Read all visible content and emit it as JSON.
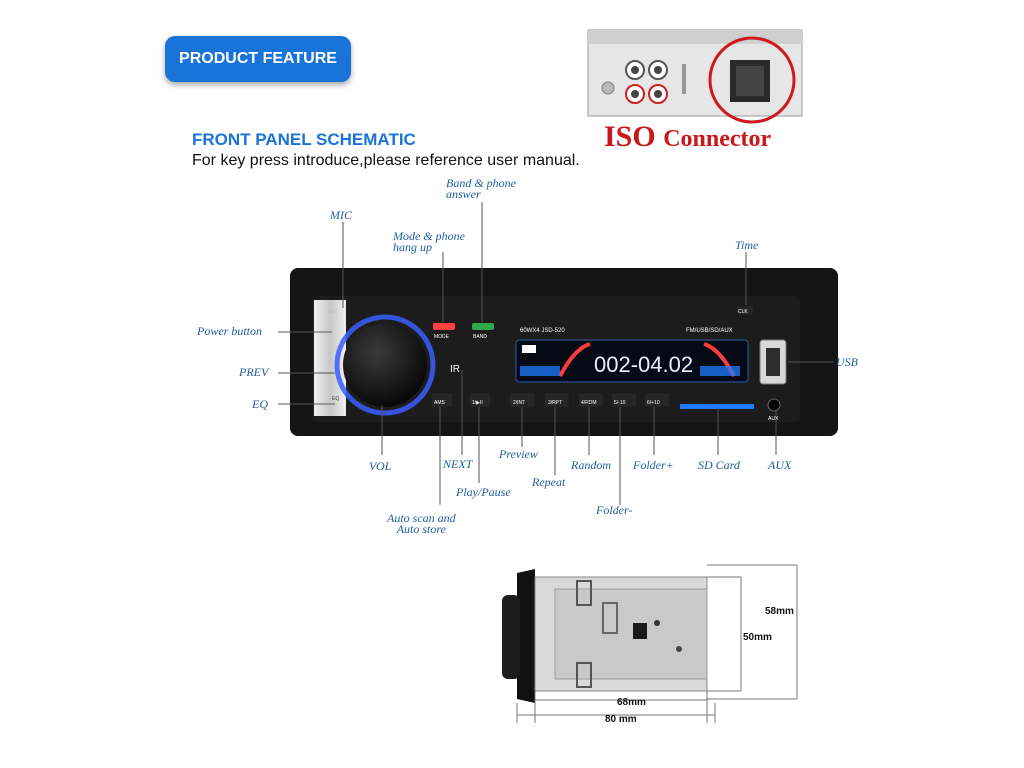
{
  "header": {
    "badge": "PRODUCT FEATURE",
    "title": "FRONT PANEL SCHEMATIC",
    "subtitle": "For key press introduce,please reference user manual."
  },
  "iso": {
    "big": "ISO",
    "rest": "Connector"
  },
  "callouts": {
    "band_phone": [
      "Band & phone",
      "answer"
    ],
    "mic": "MIC",
    "mode_phone": [
      "Mode & phone",
      "hang up"
    ],
    "time": "Time",
    "power": "Power button",
    "prev": "PREV",
    "eq": "EQ",
    "usb": "USB",
    "vol": "VOL",
    "next": "NEXT",
    "play_pause": "Play/Pause",
    "preview": "Preview",
    "repeat": "Repeat",
    "random": "Random",
    "folder_plus": "Folder+",
    "sd_card": "SD Card",
    "aux": "AUX",
    "folder_minus": "Folder-",
    "auto_scan": [
      "Auto scan and",
      "Auto store"
    ]
  },
  "panel": {
    "mic": "MIC",
    "mode": "MODE",
    "band": "BAND",
    "model": "60WX4  JSD-520",
    "sources": "FM/USB/SD/AUX",
    "clk": "CLK",
    "eq": "EQ",
    "ir": "IR",
    "ams": "AMS",
    "k1": "1/▶II",
    "k2": "2/INT",
    "k3": "3/RPT",
    "k4": "4/RDM",
    "k5": "5/-10",
    "k6": "6/+10",
    "aux": "AUX",
    "display": "002-04.02"
  },
  "dimensions": {
    "d58": "58mm",
    "d50": "50mm",
    "d68": "68mm",
    "d80": "80 mm"
  },
  "colors": {
    "accent": "#1a73d9",
    "iso_red": "#c9171b",
    "label_blue": "#1f5c9e",
    "knob_glow": "#3a5dff"
  }
}
